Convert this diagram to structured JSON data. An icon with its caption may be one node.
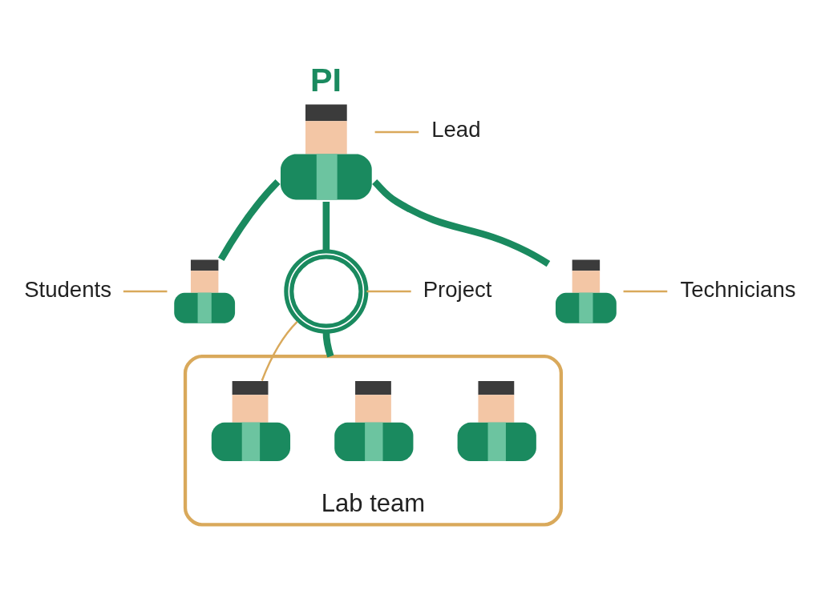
{
  "diagram": {
    "nodes": [
      {
        "text": [
          "PI"
        ]
      },
      {
        "text": [
          "Lead"
        ]
      },
      {
        "text": [
          "Students"
        ]
      },
      {
        "text": [],
        "shape": "person"
      },
      {
        "text": [],
        "shape": "person"
      },
      {
        "text": [
          "Technicians"
        ]
      },
      {
        "text": [],
        "shape": "circle"
      },
      {
        "text": [
          "Project"
        ]
      },
      {
        "text": [
          "Lab team"
        ]
      },
      {
        "text": [],
        "shape": "person",
        "in": 8
      },
      {
        "text": [],
        "shape": "person",
        "in": 8
      },
      {
        "text": [],
        "shape": "person",
        "in": 8
      }
    ],
    "edges": [
      {
        "from": 0,
        "to": 3,
        "arrow": "none",
        "style": "thick",
        "color": "#1a8a5f"
      },
      {
        "from": 0,
        "to": 4,
        "arrow": "none",
        "style": "thick",
        "color": "#1a8a5f"
      },
      {
        "from": 0,
        "to": 6,
        "arrow": "none",
        "style": "thick",
        "color": "#1a8a5f"
      },
      {
        "from": 6,
        "to": 8,
        "arrow": "none",
        "style": "thick",
        "color": "#1a8a5f"
      },
      {
        "from": 1,
        "to": 0,
        "arrow": "none"
      },
      {
        "from": 2,
        "to": 3,
        "arrow": "none"
      },
      {
        "from": 5,
        "to": 4,
        "arrow": "none"
      },
      {
        "from": 7,
        "to": 6,
        "arrow": "none"
      },
      {
        "from": 6,
        "to": 9,
        "arrow": "none"
      }
    ]
  }
}
